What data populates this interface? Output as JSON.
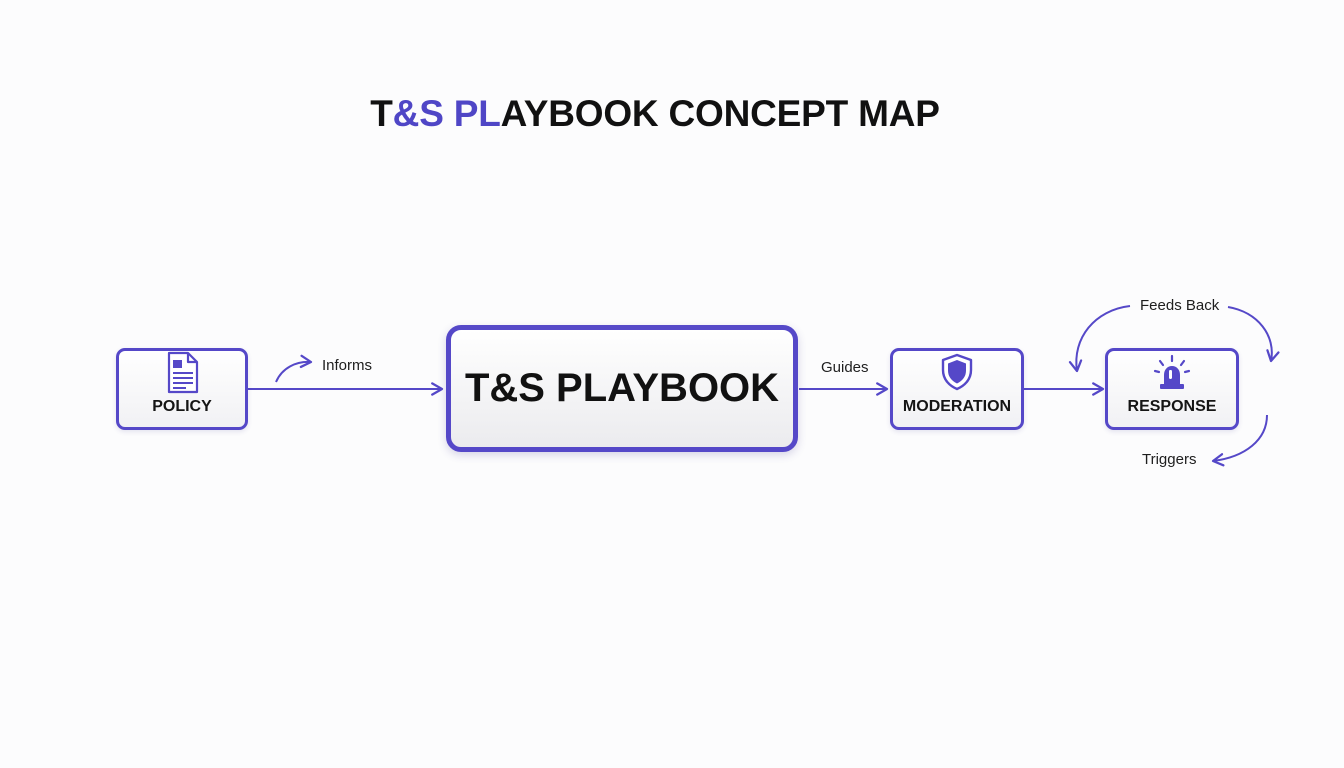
{
  "title": {
    "part1": "T",
    "part2": "&S PL",
    "part3": "AYBOOK CONCEPT MAP"
  },
  "nodes": {
    "policy": {
      "label": "POLICY",
      "icon": "document-icon"
    },
    "hub": {
      "label": "T&S PLAYBOOK"
    },
    "moderation": {
      "label": "MODERATION",
      "icon": "shield-icon"
    },
    "response": {
      "label": "RESPONSE",
      "icon": "alarm-siren-icon"
    }
  },
  "edges": {
    "informs": "Informs",
    "guides": "Guides",
    "feeds_back": "Feeds Back",
    "triggers": "Triggers"
  },
  "colors": {
    "accent": "#5548c8",
    "text": "#111111",
    "background": "#fcfcfd"
  }
}
